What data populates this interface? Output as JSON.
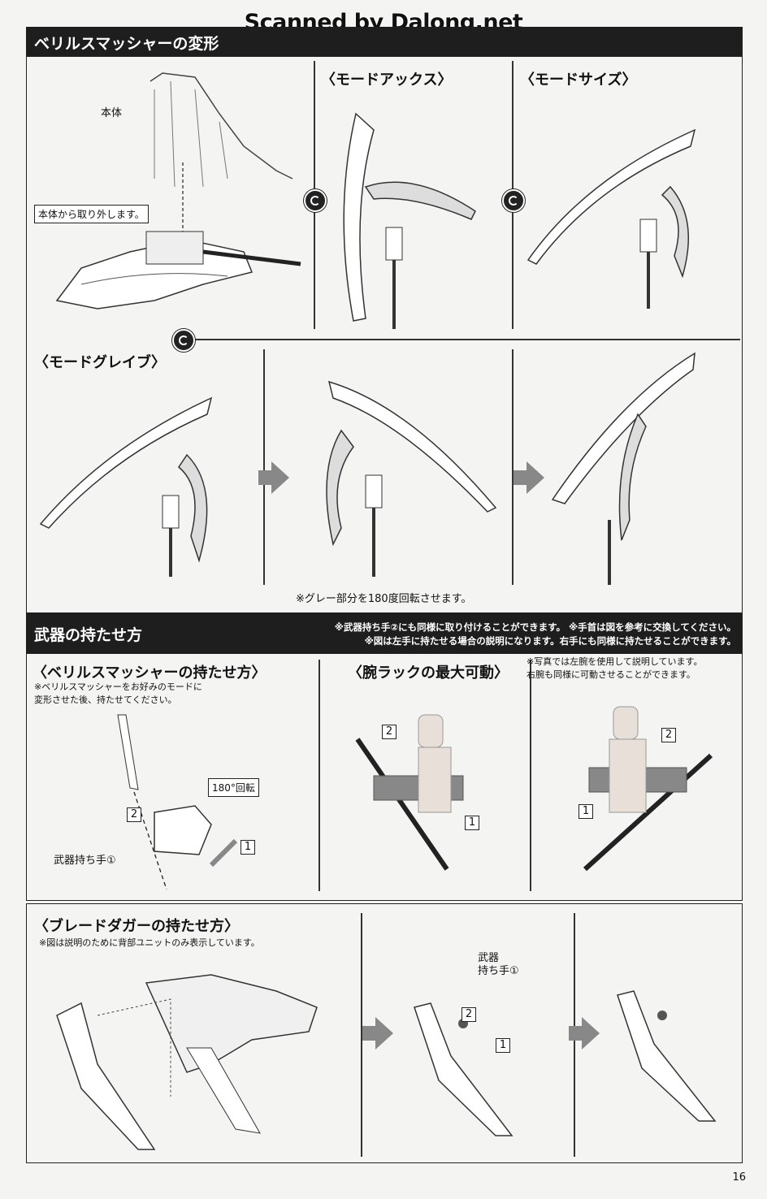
{
  "watermark": "Scanned by Dalong.net",
  "section_transform": {
    "title": "ベリルスマッシャーの変形",
    "label_body": "本体",
    "label_remove": "本体から取り外します。",
    "mode_axe": "〈モードアックス〉",
    "mode_scythe": "〈モードサイズ〉",
    "mode_glaive": "〈モードグレイブ〉",
    "note_gray": "※グレー部分を180度回転させます。"
  },
  "section_hold": {
    "title": "武器の持たせ方",
    "note1": "※武器持ち手②にも同様に取り付けることができます。 ※手首は図を参考に交換してください。",
    "note2": "※図は左手に持たせる場合の説明になります。右手にも同様に持たせることができます。",
    "beryl_title": "〈ベリルスマッシャーの持たせ方〉",
    "beryl_note": "※ベリルスマッシャーをお好みのモードに\n変形させた後、持たせてください。",
    "label_180": "180°回転",
    "label_hand1": "武器持ち手①",
    "arm_title": "〈腕ラックの最大可動〉",
    "arm_note": "※写真では左腕を使用して説明しています。\n右腕も同様に可動させることができます。",
    "dagger_title": "〈ブレードダガーの持たせ方〉",
    "dagger_note": "※図は説明のために背部ユニットのみ表示しています。",
    "label_hand1_split": "武器\n持ち手①",
    "num1": "1",
    "num2": "2"
  },
  "page_number": "16"
}
